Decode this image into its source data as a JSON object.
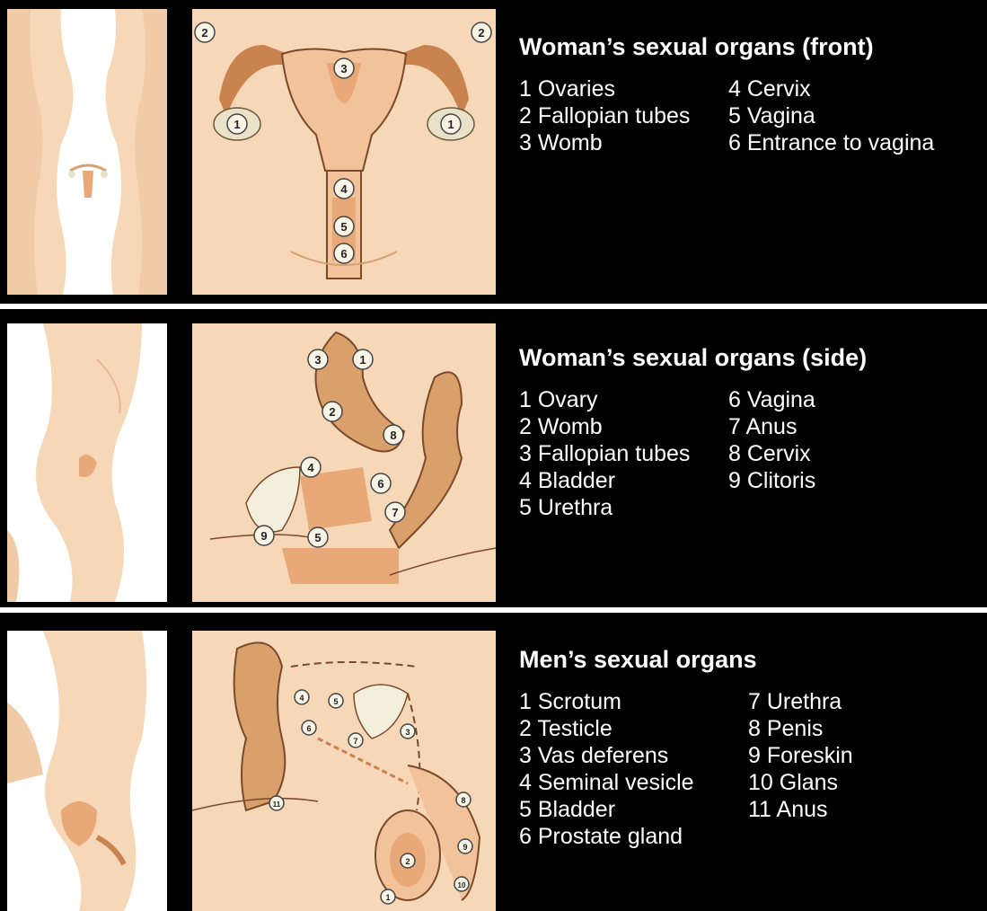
{
  "panels": [
    {
      "title": "Woman’s sexual organs (front)",
      "col1": [
        "1 Ovaries",
        "2 Fallopian tubes",
        "3 Womb"
      ],
      "col2": [
        "4 Cervix",
        "5 Vagina",
        "6 Entrance to vagina"
      ],
      "markers": [
        "1",
        "1",
        "2",
        "2",
        "3",
        "4",
        "5",
        "6"
      ]
    },
    {
      "title": "Woman’s sexual organs (side)",
      "col1": [
        "1 Ovary",
        "2 Womb",
        "3 Fallopian tubes",
        "4 Bladder",
        "5 Urethra"
      ],
      "col2": [
        "6 Vagina",
        "7 Anus",
        "8 Cervix",
        "9 Clitoris"
      ],
      "markers": [
        "1",
        "2",
        "3",
        "4",
        "5",
        "6",
        "7",
        "8",
        "9"
      ]
    },
    {
      "title": "Men’s sexual organs",
      "col1": [
        "1 Scrotum",
        "2 Testicle",
        "3 Vas deferens",
        "4 Seminal vesicle",
        "5 Bladder",
        "6 Prostate gland"
      ],
      "col2": [
        "7 Urethra",
        "8 Penis",
        "9 Foreskin",
        "10 Glans",
        "11 Anus"
      ],
      "markers": [
        "1",
        "2",
        "3",
        "4",
        "5",
        "6",
        "7",
        "8",
        "9",
        "10",
        "11"
      ]
    }
  ],
  "colors": {
    "background": "#000000",
    "skin": "#f6d7b8",
    "organ": "#e8a878",
    "organ_dark": "#c8834f",
    "text": "#ffffff"
  }
}
